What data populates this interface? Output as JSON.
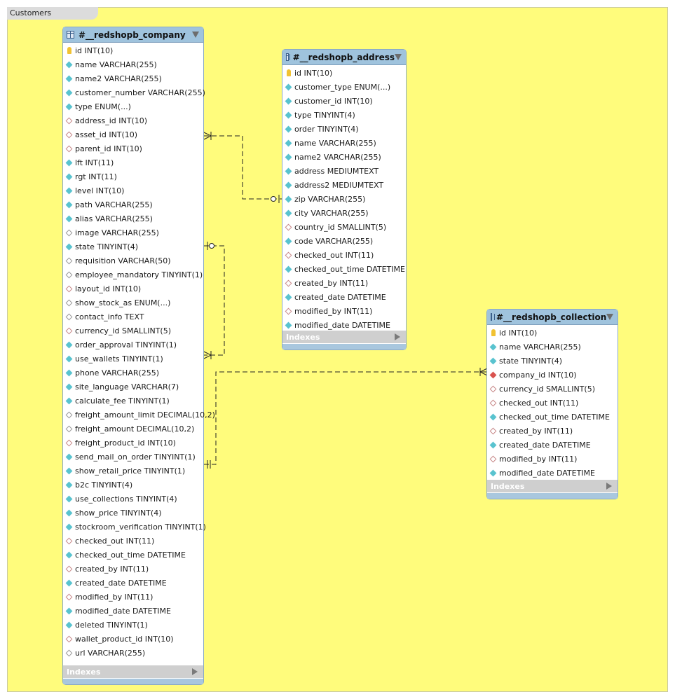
{
  "layer": {
    "name": "Customers"
  },
  "tables": {
    "company": {
      "title": "#__redshopb_company",
      "indexes_label": "Indexes",
      "columns": [
        {
          "text": "id INT(10)",
          "kind": "pk"
        },
        {
          "text": "name VARCHAR(255)",
          "kind": "nn"
        },
        {
          "text": "name2 VARCHAR(255)",
          "kind": "nn"
        },
        {
          "text": "customer_number VARCHAR(255)",
          "kind": "nn"
        },
        {
          "text": "type ENUM(...)",
          "kind": "nn"
        },
        {
          "text": "address_id INT(10)",
          "kind": "fk"
        },
        {
          "text": "asset_id INT(10)",
          "kind": "fk"
        },
        {
          "text": "parent_id INT(10)",
          "kind": "fk"
        },
        {
          "text": "lft INT(11)",
          "kind": "nn"
        },
        {
          "text": "rgt INT(11)",
          "kind": "nn"
        },
        {
          "text": "level INT(10)",
          "kind": "nn"
        },
        {
          "text": "path VARCHAR(255)",
          "kind": "nn"
        },
        {
          "text": "alias VARCHAR(255)",
          "kind": "nn"
        },
        {
          "text": "image VARCHAR(255)",
          "kind": "plain"
        },
        {
          "text": "state TINYINT(4)",
          "kind": "nn"
        },
        {
          "text": "requisition VARCHAR(50)",
          "kind": "plain"
        },
        {
          "text": "employee_mandatory TINYINT(1)",
          "kind": "plain"
        },
        {
          "text": "layout_id INT(10)",
          "kind": "fk"
        },
        {
          "text": "show_stock_as ENUM(...)",
          "kind": "plain"
        },
        {
          "text": "contact_info TEXT",
          "kind": "plain"
        },
        {
          "text": "currency_id SMALLINT(5)",
          "kind": "fk"
        },
        {
          "text": "order_approval TINYINT(1)",
          "kind": "nn"
        },
        {
          "text": "use_wallets TINYINT(1)",
          "kind": "nn"
        },
        {
          "text": "phone VARCHAR(255)",
          "kind": "nn"
        },
        {
          "text": "site_language VARCHAR(7)",
          "kind": "nn"
        },
        {
          "text": "calculate_fee TINYINT(1)",
          "kind": "nn"
        },
        {
          "text": "freight_amount_limit DECIMAL(10,2)",
          "kind": "plain"
        },
        {
          "text": "freight_amount DECIMAL(10,2)",
          "kind": "plain"
        },
        {
          "text": "freight_product_id INT(10)",
          "kind": "fk"
        },
        {
          "text": "send_mail_on_order TINYINT(1)",
          "kind": "nn"
        },
        {
          "text": "show_retail_price TINYINT(1)",
          "kind": "nn"
        },
        {
          "text": "b2c TINYINT(4)",
          "kind": "nn"
        },
        {
          "text": "use_collections TINYINT(4)",
          "kind": "nn"
        },
        {
          "text": "show_price TINYINT(4)",
          "kind": "nn"
        },
        {
          "text": "stockroom_verification TINYINT(1)",
          "kind": "nn"
        },
        {
          "text": "checked_out INT(11)",
          "kind": "fk"
        },
        {
          "text": "checked_out_time DATETIME",
          "kind": "nn"
        },
        {
          "text": "created_by INT(11)",
          "kind": "fk"
        },
        {
          "text": "created_date DATETIME",
          "kind": "nn"
        },
        {
          "text": "modified_by INT(11)",
          "kind": "fk"
        },
        {
          "text": "modified_date DATETIME",
          "kind": "nn"
        },
        {
          "text": "deleted TINYINT(1)",
          "kind": "nn"
        },
        {
          "text": "wallet_product_id INT(10)",
          "kind": "fk"
        },
        {
          "text": "url VARCHAR(255)",
          "kind": "plain"
        }
      ]
    },
    "address": {
      "title": "#__redshopb_address",
      "indexes_label": "Indexes",
      "columns": [
        {
          "text": "id INT(10)",
          "kind": "pk"
        },
        {
          "text": "customer_type ENUM(...)",
          "kind": "nn"
        },
        {
          "text": "customer_id INT(10)",
          "kind": "nn"
        },
        {
          "text": "type TINYINT(4)",
          "kind": "nn"
        },
        {
          "text": "order TINYINT(4)",
          "kind": "nn"
        },
        {
          "text": "name VARCHAR(255)",
          "kind": "nn"
        },
        {
          "text": "name2 VARCHAR(255)",
          "kind": "nn"
        },
        {
          "text": "address MEDIUMTEXT",
          "kind": "nn"
        },
        {
          "text": "address2 MEDIUMTEXT",
          "kind": "nn"
        },
        {
          "text": "zip VARCHAR(255)",
          "kind": "nn"
        },
        {
          "text": "city VARCHAR(255)",
          "kind": "nn"
        },
        {
          "text": "country_id SMALLINT(5)",
          "kind": "fk"
        },
        {
          "text": "code VARCHAR(255)",
          "kind": "nn"
        },
        {
          "text": "checked_out INT(11)",
          "kind": "fk"
        },
        {
          "text": "checked_out_time DATETIME",
          "kind": "nn"
        },
        {
          "text": "created_by INT(11)",
          "kind": "fk"
        },
        {
          "text": "created_date DATETIME",
          "kind": "nn"
        },
        {
          "text": "modified_by INT(11)",
          "kind": "fk"
        },
        {
          "text": "modified_date DATETIME",
          "kind": "nn"
        }
      ]
    },
    "collection": {
      "title": "#__redshopb_collection",
      "indexes_label": "Indexes",
      "columns": [
        {
          "text": "id INT(10)",
          "kind": "pk"
        },
        {
          "text": "name VARCHAR(255)",
          "kind": "nn"
        },
        {
          "text": "state TINYINT(4)",
          "kind": "nn"
        },
        {
          "text": "company_id INT(10)",
          "kind": "fknn"
        },
        {
          "text": "currency_id SMALLINT(5)",
          "kind": "fk"
        },
        {
          "text": "checked_out INT(11)",
          "kind": "fk"
        },
        {
          "text": "checked_out_time DATETIME",
          "kind": "nn"
        },
        {
          "text": "created_by INT(11)",
          "kind": "fk"
        },
        {
          "text": "created_date DATETIME",
          "kind": "nn"
        },
        {
          "text": "modified_by INT(11)",
          "kind": "fk"
        },
        {
          "text": "modified_date DATETIME",
          "kind": "nn"
        }
      ]
    }
  }
}
